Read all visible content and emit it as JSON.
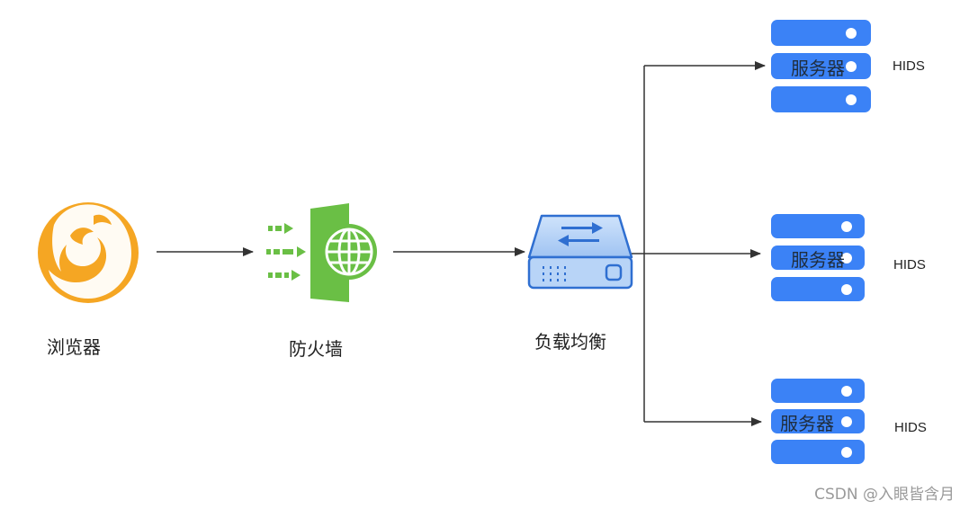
{
  "nodes": {
    "browser": {
      "label": "浏览器"
    },
    "firewall": {
      "label": "防火墙"
    },
    "load_balancer": {
      "label": "负载均衡"
    },
    "servers": [
      {
        "label": "服务器",
        "agent": "HIDS"
      },
      {
        "label": "服务器",
        "agent": "HIDS"
      },
      {
        "label": "服务器",
        "agent": "HIDS"
      }
    ]
  },
  "colors": {
    "browser_orange": "#F5A623",
    "firewall_green": "#6ABF45",
    "lb_blue": "#2F6FD1",
    "server_blue": "#3B82F6",
    "connector": "#333333"
  },
  "watermark": "CSDN @入眼皆含月"
}
